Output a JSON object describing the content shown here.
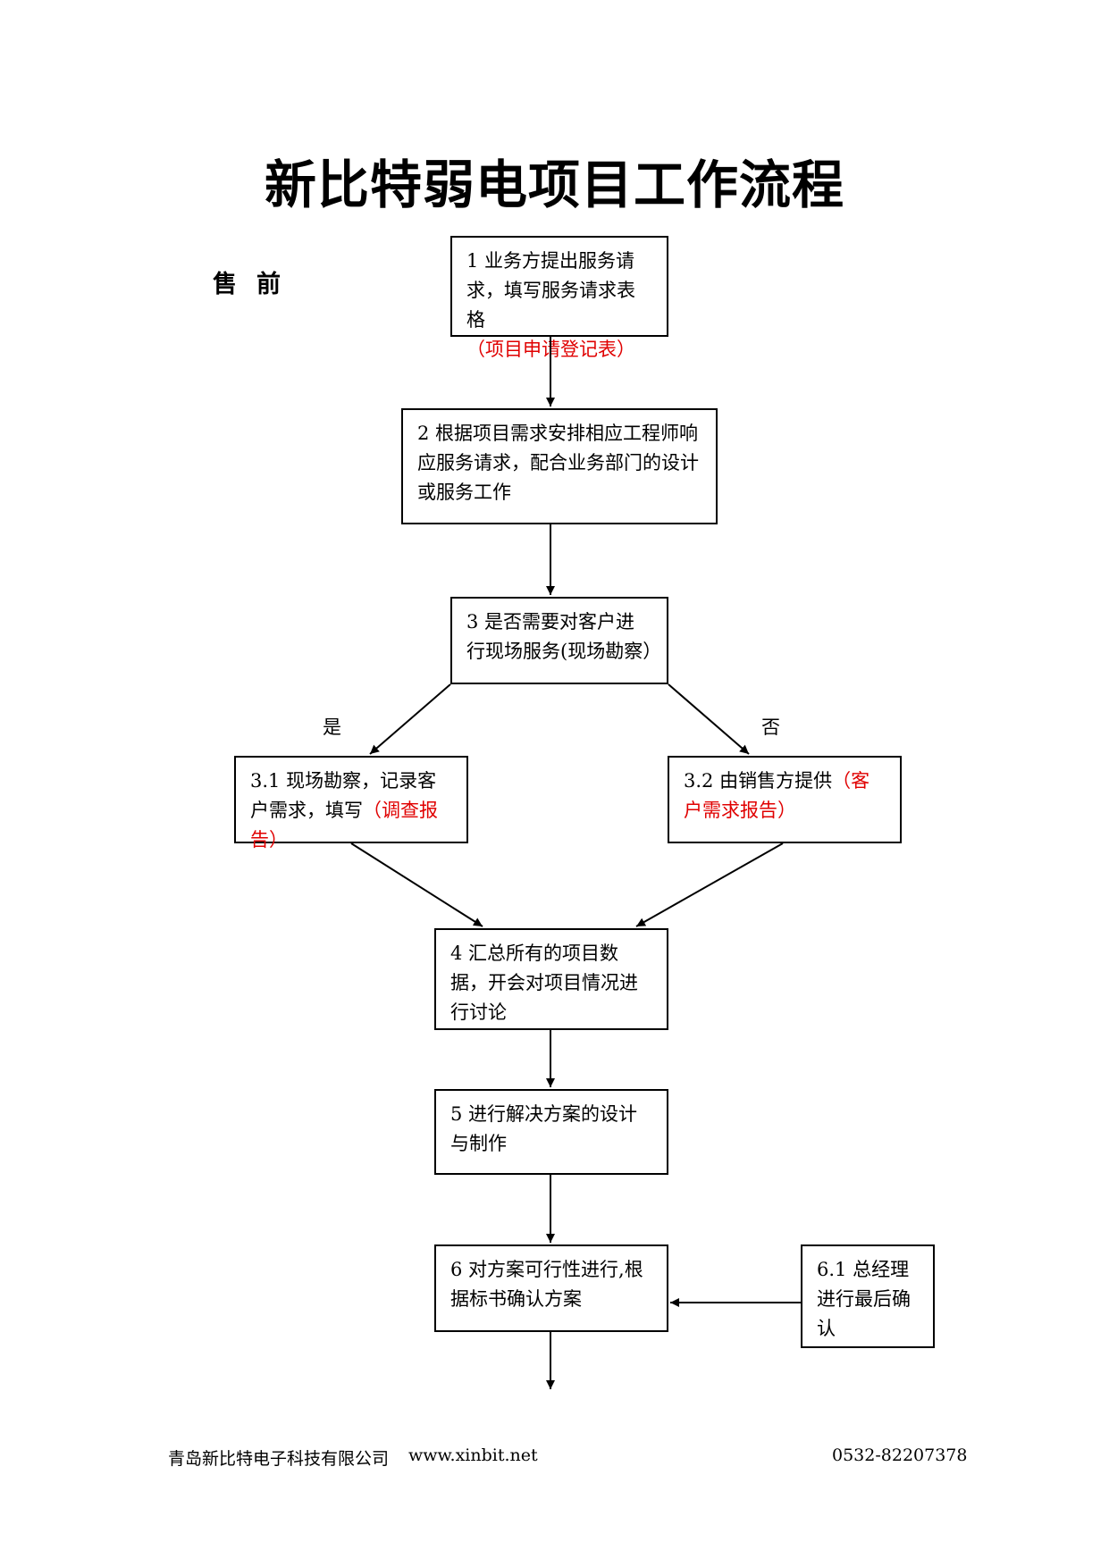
{
  "title": "新比特弱电项目工作流程",
  "section": "售前",
  "steps": {
    "s1": {
      "text": "1 业务方提出服务请求，填写服务请求表格",
      "highlight": "（项目申请登记表）"
    },
    "s2": {
      "text": "2 根据项目需求安排相应工程师响应服务请求，配合业务部门的设计或服务工作"
    },
    "s3": {
      "text": "3 是否需要对客户进行现场服务(现场勘察）"
    },
    "s31": {
      "text": "3.1 现场勘察，记录客户需求，填写",
      "highlight": "（调查报告）"
    },
    "s32": {
      "text": "3.2 由销售方提供",
      "highlight": "（客户需求报告）"
    },
    "s4": {
      "text": "4 汇总所有的项目数据，开会对项目情况进行讨论"
    },
    "s5": {
      "text": "5 进行解决方案的设计与制作"
    },
    "s6": {
      "text": "6 对方案可行性进行,根据标书确认方案"
    },
    "s61": {
      "text": "6.1 总经理进行最后确认"
    }
  },
  "branches": {
    "yes": "是",
    "no": "否"
  },
  "footer": {
    "company": "青岛新比特电子科技有限公司",
    "website": "www.xinbit.net",
    "phone": "0532-82207378"
  },
  "colors": {
    "highlight": "#e00000",
    "line": "#000000"
  }
}
